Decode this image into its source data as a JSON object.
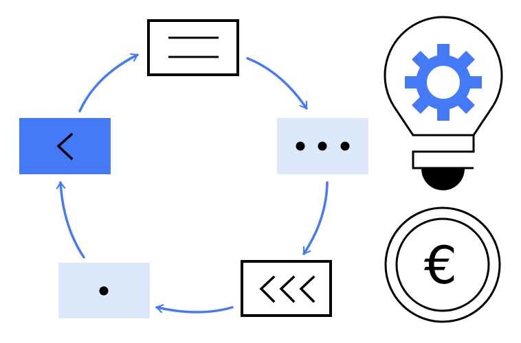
{
  "title": "Workflow cycle with idea and euro coin",
  "colors": {
    "accent": "#4479f7",
    "light_fill": "#dde8fb",
    "stroke": "#000000",
    "background": "#ffffff"
  },
  "cycle": {
    "nodes": [
      {
        "id": "top",
        "style": "outlined",
        "icon": "menu-lines-icon"
      },
      {
        "id": "right",
        "style": "light",
        "icon": "ellipsis-icon"
      },
      {
        "id": "bottom-right",
        "style": "outlined",
        "icon": "triple-chevron-left-icon"
      },
      {
        "id": "bottom-left",
        "style": "light",
        "icon": "dot-icon"
      },
      {
        "id": "left",
        "style": "accent",
        "icon": "chevron-left-icon"
      }
    ],
    "arrows": [
      {
        "from": "left",
        "to": "top"
      },
      {
        "from": "top",
        "to": "right"
      },
      {
        "from": "right",
        "to": "bottom-right"
      },
      {
        "from": "bottom-right",
        "to": "bottom-left"
      },
      {
        "from": "bottom-left",
        "to": "left"
      }
    ]
  },
  "icons": {
    "bulb": "lightbulb-gear-icon",
    "coin": "euro-coin-icon",
    "coin_symbol": "€"
  }
}
